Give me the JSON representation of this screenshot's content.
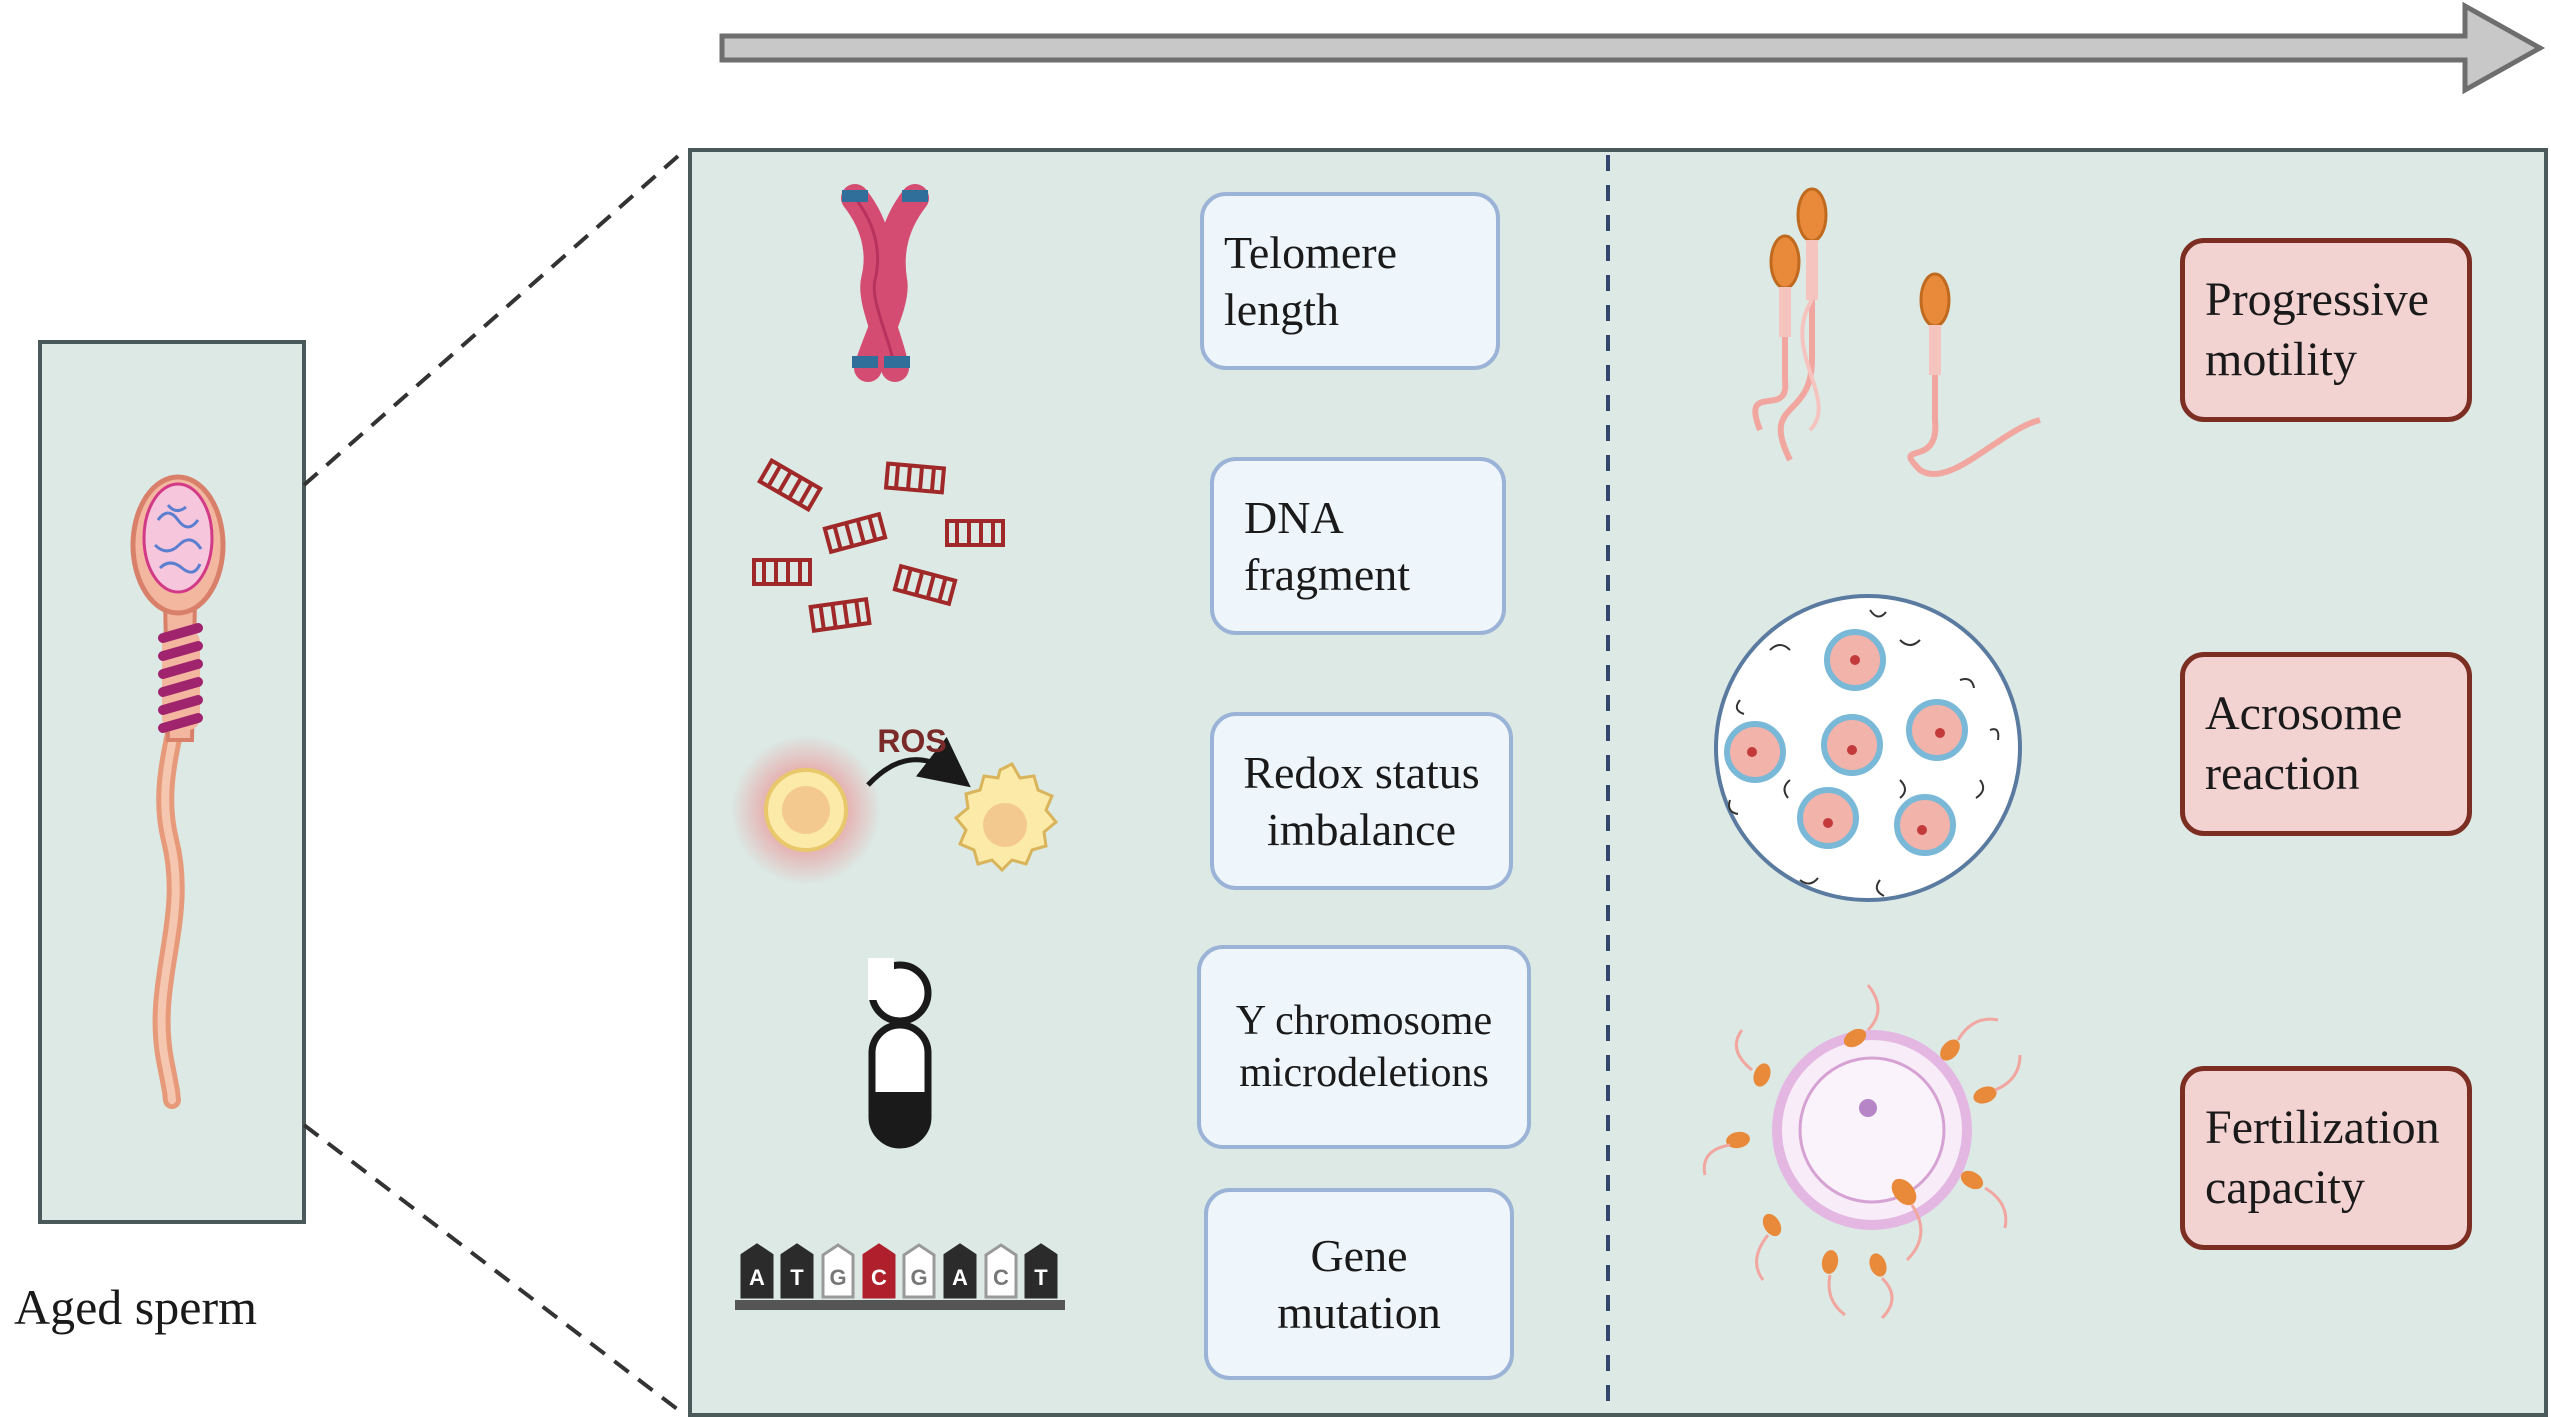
{
  "caption": "Aged sperm",
  "molecular_factors": [
    {
      "label": "Telomere\nlength",
      "trend": "up",
      "icon": "chromosome-icon"
    },
    {
      "label": "DNA\nfragment",
      "trend": "up",
      "icon": "dna-fragments-icon"
    },
    {
      "label": "Redox status\nimbalance",
      "trend": "none",
      "icon": "ros-cell-icon"
    },
    {
      "label": "Y chromosome\nmicrodeletions",
      "trend": "none",
      "icon": "y-chromosome-icon"
    },
    {
      "label": "Gene\nmutation",
      "trend": "none",
      "icon": "gene-sequence-icon"
    }
  ],
  "ros_label": "ROS",
  "gene_bases": [
    "A",
    "T",
    "G",
    "C",
    "G",
    "A",
    "C",
    "T"
  ],
  "functional_outcomes": [
    {
      "label": "Progressive\nmotility",
      "trend": "down",
      "icon": "motile-sperm-icon"
    },
    {
      "label": "Acrosome\nreaction",
      "trend": "down",
      "icon": "acrosome-reaction-icon"
    },
    {
      "label": "Fertilization\ncapacity",
      "trend": "down",
      "icon": "fertilization-icon"
    }
  ],
  "colors": {
    "panel_bg": "#dce9e5",
    "panel_border": "#4a5a5a",
    "up_arrow": "#b0287a",
    "down_arrow": "#c8651f",
    "red_box_border": "#7c2e22",
    "red_box_fill": "#f3d2d2",
    "blue_box_border": "#9bb3d6"
  }
}
